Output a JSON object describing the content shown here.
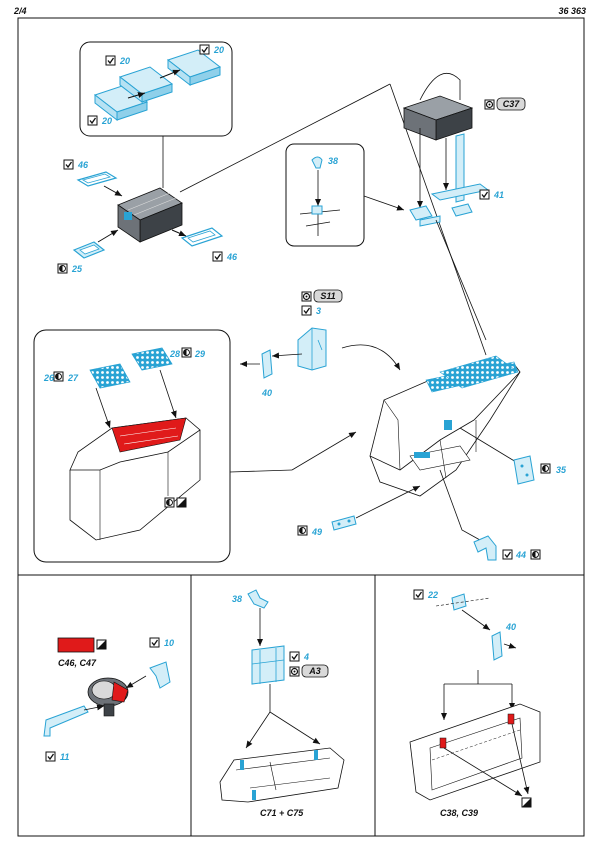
{
  "header": {
    "page": "2/4",
    "code": "36 363"
  },
  "colors": {
    "part": "#29a3d4",
    "part_fill": "#d3eef8",
    "paint": "#e01a1a",
    "ink": "#111111",
    "grey": "#d9d9d9"
  },
  "parts": {
    "p20a": "20",
    "p20b": "20",
    "p20c": "20",
    "p46a": "46",
    "p46b": "46",
    "p25": "25",
    "p38a": "38",
    "p41": "41",
    "c37": "C37",
    "s11": "S11",
    "p3": "3",
    "p40a": "40",
    "p26": "26",
    "p27": "27",
    "p28": "28",
    "p29": "29",
    "p35": "35",
    "p49": "49",
    "p44": "44",
    "c46c47": "C46, C47",
    "p10": "10",
    "p11": "11",
    "p38b": "38",
    "p4": "4",
    "a3": "A3",
    "c71c75": "C71 + C75",
    "p22": "22",
    "p40b": "40",
    "c38c39": "C38, C39"
  }
}
